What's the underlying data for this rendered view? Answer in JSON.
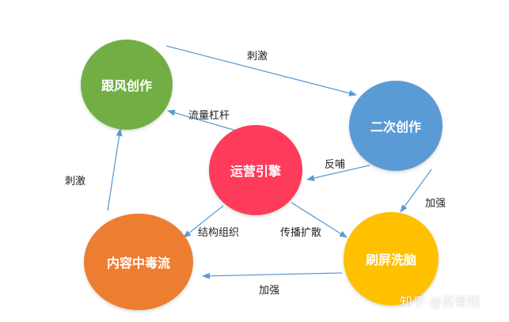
{
  "diagram": {
    "nodes": [
      {
        "id": "gen-feng",
        "label": "跟风创作",
        "color": "#72ae44"
      },
      {
        "id": "er-ci",
        "label": "二次创作",
        "color": "#5b9bd5"
      },
      {
        "id": "yun-ying",
        "label": "运营引擎",
        "color": "#ff3b5c"
      },
      {
        "id": "shua-ping",
        "label": "刷屏洗脑",
        "color": "#ffc000"
      },
      {
        "id": "nei-rong",
        "label": "内容中毒流",
        "color": "#ed7d31"
      }
    ],
    "edges": [
      {
        "from": "gen-feng",
        "to": "er-ci",
        "label": "刺激"
      },
      {
        "from": "yun-ying",
        "to": "gen-feng",
        "label": "流量杠杆"
      },
      {
        "from": "er-ci",
        "to": "yun-ying",
        "label": "反哺"
      },
      {
        "from": "er-ci",
        "to": "shua-ping",
        "label": "加强"
      },
      {
        "from": "nei-rong",
        "to": "gen-feng",
        "label": "刺激"
      },
      {
        "from": "yun-ying",
        "to": "nei-rong",
        "label": "结构组织"
      },
      {
        "from": "yun-ying",
        "to": "shua-ping",
        "label": "传播扩散"
      },
      {
        "from": "shua-ping",
        "to": "nei-rong",
        "label": "加强"
      }
    ],
    "arrow_color": "#5b9bd5"
  },
  "watermark": "知乎 @苏青阳"
}
